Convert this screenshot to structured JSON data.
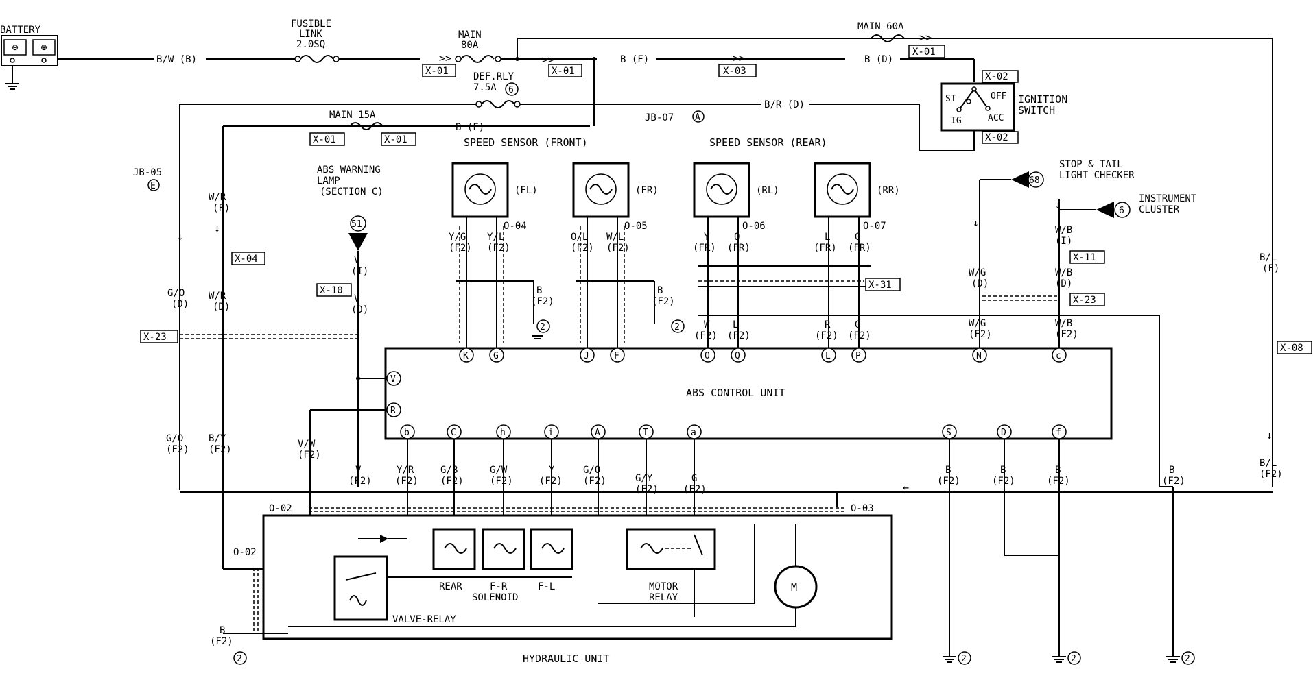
{
  "labels": {
    "battery": "BATTERY",
    "fusible_link_1": "FUSIBLE",
    "fusible_link_2": "LINK",
    "fusible_link_3": "2.0SQ",
    "main80_1": "MAIN",
    "main80_2": "80A",
    "main60": "MAIN 60A",
    "def_rly_1": "DEF.RLY",
    "def_rly_2": "7.5A",
    "main15": "MAIN 15A",
    "jb07": "JB-07",
    "jb05": "JB-05",
    "ignition_1": "IGNITION",
    "ignition_2": "SWITCH",
    "sw_st": "ST",
    "sw_ig": "IG",
    "sw_off": "OFF",
    "sw_acc": "ACC",
    "speed_front": "SPEED SENSOR (FRONT)",
    "speed_rear": "SPEED SENSOR (REAR)",
    "abs_warn_1": "ABS WARNING",
    "abs_warn_2": "LAMP",
    "abs_warn_3": "(SECTION C)",
    "stop_tail_1": "STOP & TAIL",
    "stop_tail_2": "LIGHT CHECKER",
    "instrument_1": "INSTRUMENT",
    "instrument_2": "CLUSTER",
    "abs_unit": "ABS CONTROL UNIT",
    "rear": "REAR",
    "f_r": "F-R",
    "f_l": "F-L",
    "solenoid": "SOLENOID",
    "motor_relay_1": "MOTOR",
    "motor_relay_2": "RELAY",
    "valve_relay": "VALVE-RELAY",
    "hydraulic": "HYDRAULIC UNIT",
    "motor_m": "M"
  },
  "wires": {
    "bw_b": "B/W (B)",
    "b_f": "B (F)",
    "b_d": "B (D)",
    "br_d": "B/R (D)",
    "b_f2": "B (F)",
    "wr": "W/R",
    "f": "(F)",
    "d": "(D)",
    "i": "(I)",
    "f2": "(F2)",
    "fr": "(FR)",
    "go": "G/O",
    "gy": "G/Y",
    "v": "V",
    "vw": "V/W",
    "by": "B/Y",
    "yr": "Y/R",
    "gb": "G/B",
    "gw": "G/W",
    "y": "Y",
    "g": "G",
    "b": "B",
    "bl": "B/L",
    "yg": "Y/G",
    "yl": "Y/L",
    "ol": "O/L",
    "wl": "W/L",
    "o": "O",
    "l": "L",
    "w": "W",
    "r": "R",
    "wg": "W/G",
    "wb": "W/B"
  },
  "connectors": {
    "x01": "X-01",
    "x02": "X-02",
    "x03": "X-03",
    "x04": "X-04",
    "x08": "X-08",
    "x10": "X-10",
    "x11": "X-11",
    "x23": "X-23",
    "x31": "X-31",
    "o02": "O-02",
    "o03": "O-03",
    "o04": "O-04",
    "o05": "O-05",
    "o06": "O-06",
    "o07": "O-07"
  },
  "sensors": [
    "(FL)",
    "(FR)",
    "(RL)",
    "(RR)"
  ],
  "refs": {
    "def_rly": "6",
    "jb07": "A",
    "jb05": "E",
    "abs_lamp": "51",
    "stop_tail": "68",
    "instrument": "6",
    "ground": "2"
  },
  "terminals": {
    "top": [
      "K",
      "G",
      "J",
      "F",
      "O",
      "Q",
      "L",
      "P",
      "N",
      "c"
    ],
    "left": [
      "V",
      "R"
    ],
    "bottom": [
      "b",
      "C",
      "h",
      "i",
      "A",
      "T",
      "a",
      "S",
      "D",
      "f"
    ]
  }
}
